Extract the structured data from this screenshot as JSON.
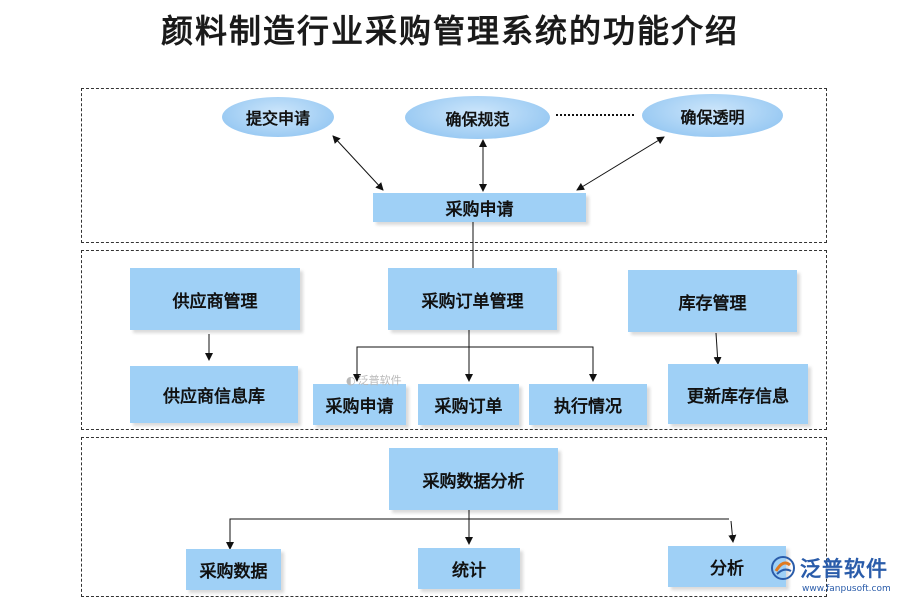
{
  "title": "颜料制造行业采购管理系统的功能介绍",
  "section1": {
    "ellipse_submit": "提交申请",
    "ellipse_norm": "确保规范",
    "ellipse_transparent": "确保透明",
    "center": "采购申请"
  },
  "section2": {
    "supplier_mgmt": "供应商管理",
    "order_mgmt": "采购订单管理",
    "inventory_mgmt": "库存管理",
    "supplier_db": "供应商信息库",
    "sub_request": "采购申请",
    "sub_order": "采购订单",
    "sub_execution": "执行情况",
    "update_inventory": "更新库存信息"
  },
  "section3": {
    "analysis_center": "采购数据分析",
    "data": "采购数据",
    "stats": "统计",
    "analysis": "分析"
  },
  "watermark": "泛普软件",
  "logo": {
    "text": "泛普软件",
    "url": "www.fanpusoft.com"
  },
  "colors": {
    "box": "#9fd0f6",
    "ellipse": "#9ccbf3",
    "logo": "#2a5caa"
  }
}
